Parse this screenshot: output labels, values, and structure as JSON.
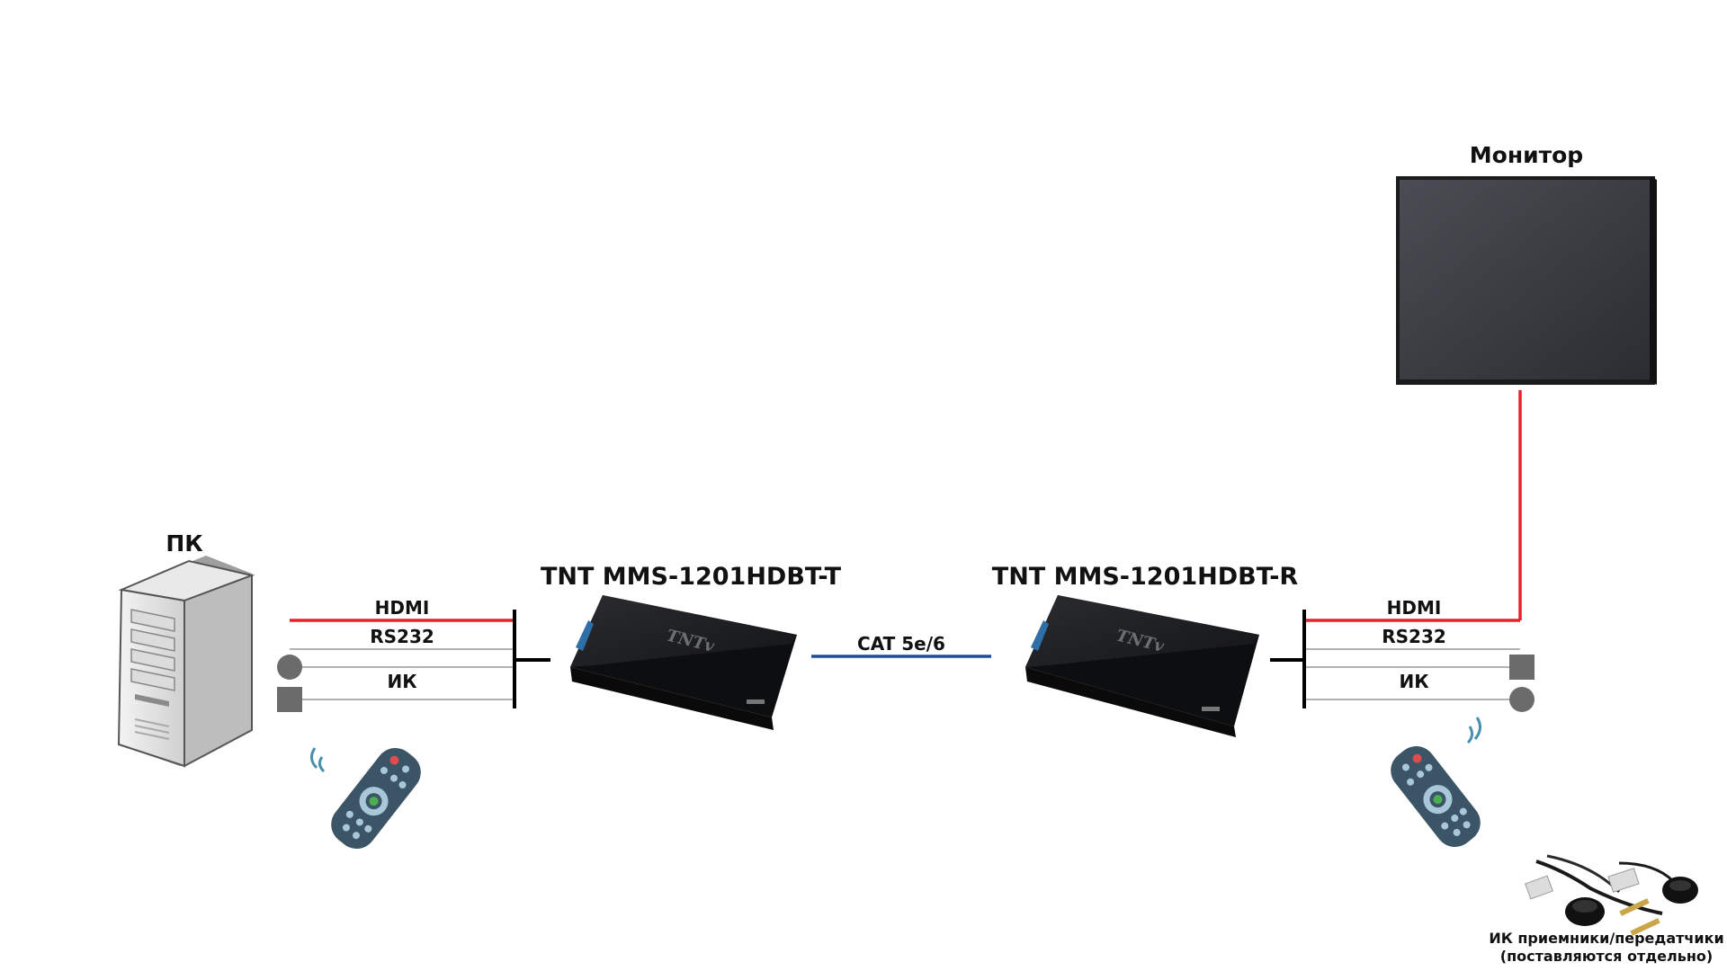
{
  "labels": {
    "monitor": "Монитор",
    "pc": "ПК",
    "transmitter": "TNT MMS-1201HDBT-T",
    "receiver": "TNT MMS-1201HDBT-R",
    "cable": "CAT 5e/6",
    "left_hdmi": "HDMI",
    "left_rs232": "RS232",
    "left_ir": "ИК",
    "right_hdmi": "HDMI",
    "right_rs232": "RS232",
    "right_ir": "ИК",
    "ir_note_line1": "ИК приемники/передатчики",
    "ir_note_line2": "(поставляются отдельно)",
    "device_logo": "TNTv"
  },
  "colors": {
    "hdmi": "#e8202a",
    "cat": "#1c4fa0",
    "signal": "#9a9a9a",
    "bus": "#000000",
    "device_body": "#1e1f22",
    "device_accent": "#2e6fa8",
    "monitor_screen": "#3a3d42",
    "remote_body": "#3c5566",
    "ir_shape": "#6b6b6b"
  }
}
